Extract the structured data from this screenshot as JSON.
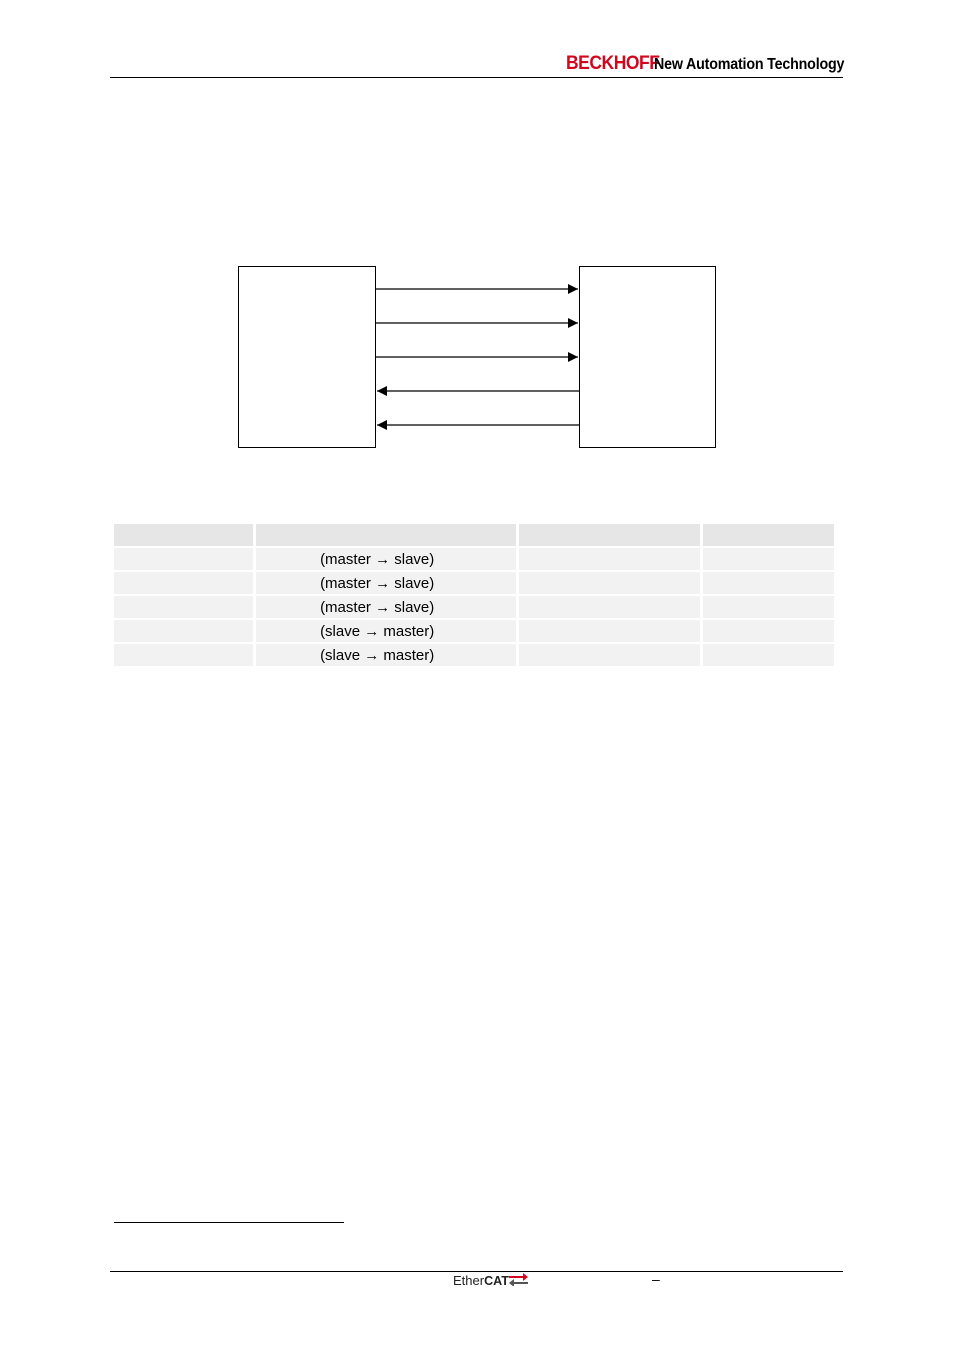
{
  "header": {
    "brand": "BECKHOFF",
    "tagline": "New Automation Technology"
  },
  "signal_table": {
    "rows": [
      {
        "direction": "(master → slave)"
      },
      {
        "direction": "(master → slave)"
      },
      {
        "direction": "(master → slave)"
      },
      {
        "direction": "(slave → master)"
      },
      {
        "direction": "(slave → master)"
      }
    ]
  },
  "footer": {
    "logo_ether": "Ether",
    "logo_cat": "CAT",
    "dash": "–"
  },
  "colors": {
    "brand": "#d2071e",
    "table_header": "#e6e6e6",
    "table_row": "#f2f2f2"
  }
}
